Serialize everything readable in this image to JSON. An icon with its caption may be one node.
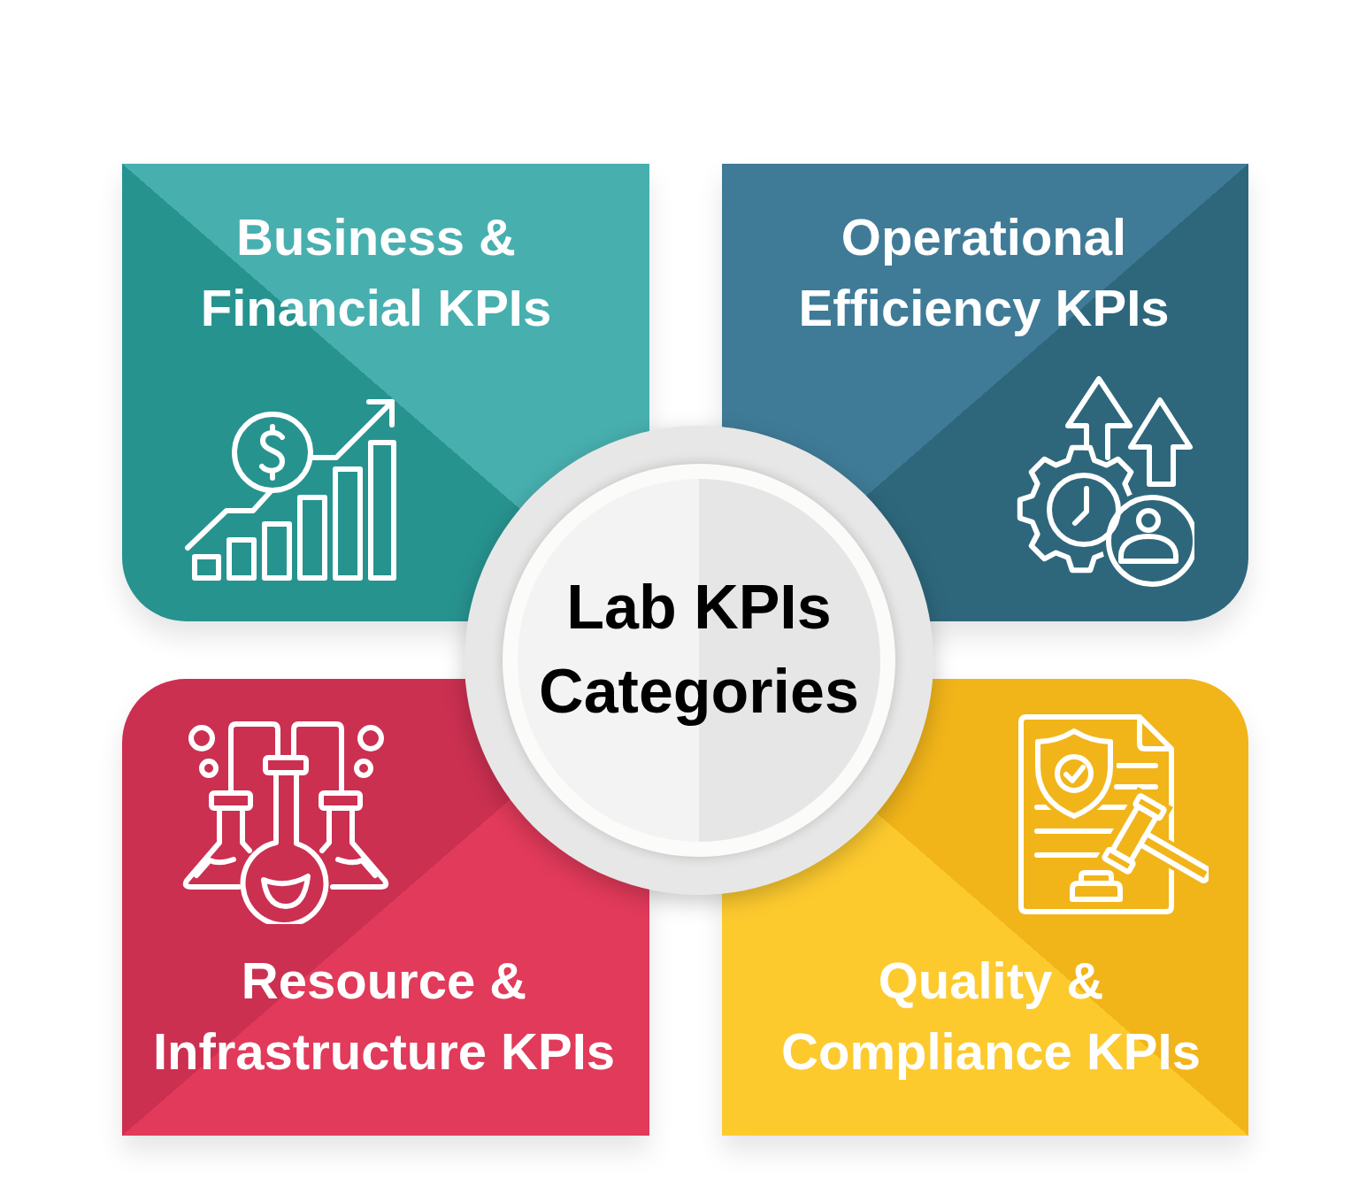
{
  "diagram": {
    "nodes": [
      {
        "text": [
          "Business & Financial KPIs"
        ]
      },
      {
        "text": [
          "Operational Efficiency KPIs"
        ]
      },
      {
        "text": [
          "Lab KPIs Categories"
        ]
      },
      {
        "text": [
          "Resource & Infrastructure KPIs"
        ]
      },
      {
        "text": [
          "Quality & Compliance KPIs"
        ]
      }
    ]
  }
}
